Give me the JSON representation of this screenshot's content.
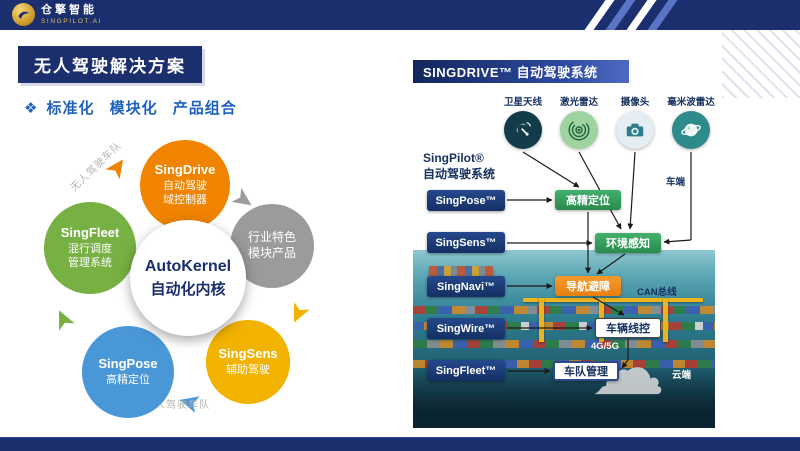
{
  "colors": {
    "navy": "#1b2e6e",
    "accent_blue": "#1f61c0",
    "node_orange": "#f08300",
    "node_gray": "#9b9b9b",
    "node_yellow": "#f2b200",
    "node_blue": "#4a97d8",
    "node_green": "#77b043",
    "fn_green": "#2a8a4d",
    "fn_orange": "#e87f12"
  },
  "icons": {
    "diamond": "❖",
    "flow_arrow": "➤",
    "cloud": "☁"
  },
  "header": {
    "brand_cn": "仓擎智能",
    "brand_en": "SINGPILOT.AI"
  },
  "page": {
    "title": "无人驾驶解决方案",
    "subtitle": "标准化 模块化 产品组合"
  },
  "hub": {
    "center": {
      "title": "AutoKernel",
      "subtitle": "自动化内核"
    },
    "nodes": [
      {
        "name": "SingDrive",
        "line1": "自动驾驶",
        "line2": "域控制器"
      },
      {
        "line1": "行业特色",
        "line2": "模块产品"
      },
      {
        "name": "SingSens",
        "line1": "辅助驾驶"
      },
      {
        "name": "SingPose",
        "line1": "高精定位"
      },
      {
        "name": "SingFleet",
        "line1": "混行调度",
        "line2": "管理系统"
      }
    ],
    "annotation_top": "无人驾驶车队",
    "annotation_bottom": "有人驾驶车队"
  },
  "system": {
    "title": "SINGDRIVE™ 自动驾驶系统",
    "sensors": [
      "卫星天线",
      "激光雷达",
      "摄像头",
      "毫米波雷达"
    ],
    "pilot_line1": "SingPilot®",
    "pilot_line2": "自动驾驶系统",
    "modules": [
      "SingPose™",
      "SingSens™",
      "SingNavi™",
      "SingWire™",
      "SingFleet™"
    ],
    "functions": [
      "高精定位",
      "环境感知",
      "导航避障",
      "车辆线控",
      "车队管理"
    ],
    "labels": {
      "vehicle_side": "车端",
      "can_bus": "CAN总线",
      "network": "4G/5G",
      "cloud_side": "云端"
    }
  }
}
